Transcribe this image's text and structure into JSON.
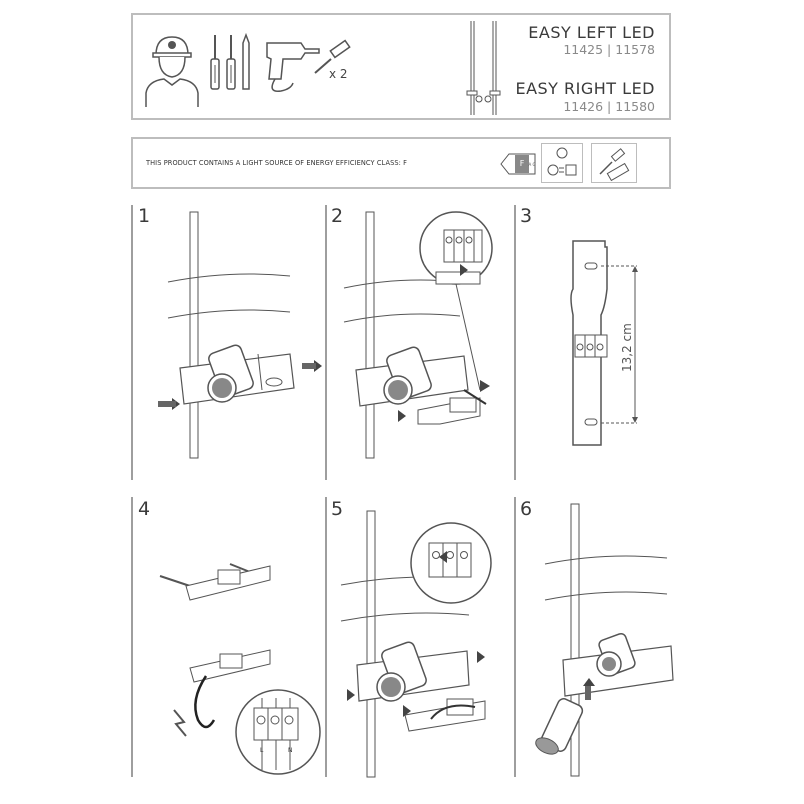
{
  "header": {
    "left_product_name": "EASY LEFT LED",
    "left_product_codes": "11425 | 11578",
    "right_product_name": "EASY RIGHT LED",
    "right_product_codes": "11426 | 11580",
    "screw_quantity": "x 2",
    "tool_icons": [
      "installer-person-icon",
      "screwdriver-icon",
      "screwdriver-icon",
      "pencil-icon",
      "power-drill-icon",
      "screw-and-dowel-icon"
    ]
  },
  "energy": {
    "notice": "THIS PRODUCT CONTAINS A LIGHT SOURCE OF ENERGY EFFICIENCY CLASS: F",
    "class_letter": "F",
    "class_scale": "A G",
    "icons": [
      "energy-label-icon",
      "replaceable-light-source-icon",
      "replaceable-driver-icon"
    ]
  },
  "steps": [
    {
      "number": "1"
    },
    {
      "number": "2"
    },
    {
      "number": "3",
      "dimension": "13,2 cm"
    },
    {
      "number": "4",
      "terminal_labels": [
        "L",
        "N"
      ]
    },
    {
      "number": "5"
    },
    {
      "number": "6"
    }
  ],
  "colors": {
    "frame": "#bdbdbd",
    "line": "#555555",
    "arrow": "#444444"
  }
}
